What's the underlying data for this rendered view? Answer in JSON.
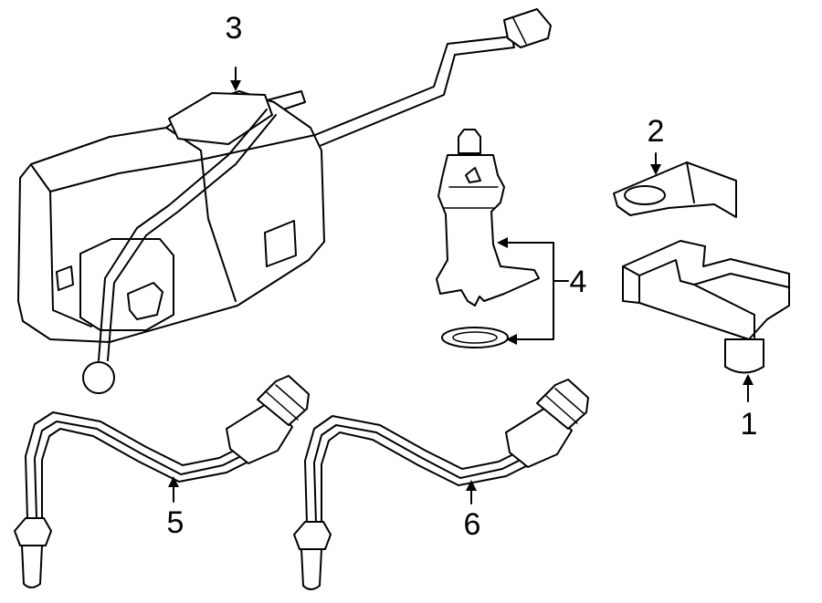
{
  "callouts": {
    "part_1": "1",
    "part_2": "2",
    "part_3": "3",
    "part_4": "4",
    "part_5": "5",
    "part_6": "6"
  }
}
